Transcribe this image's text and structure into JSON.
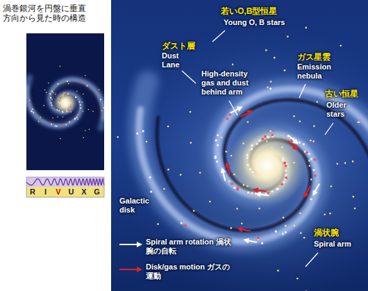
{
  "diagram": {
    "title": "渦巻銀河を円盤に垂直 方向から見た時の構造",
    "labels": [
      "若いO,B型恒星",
      "Young O, B stars",
      "ダスト層",
      "Dust Lane",
      "High-density gas and dust behind arm",
      "ガス星雲",
      "Emission nebula",
      "古い恒星",
      "Older stars",
      "渦状腕",
      "Spiral arm",
      "Galactic disk",
      "R",
      "I",
      "V",
      "U",
      "X",
      "G"
    ],
    "legend": [
      {
        "text": "Spiral arm rotation 渦状腕の自転"
      },
      {
        "text": "Disk/gas motion ガスの運動"
      }
    ]
  }
}
